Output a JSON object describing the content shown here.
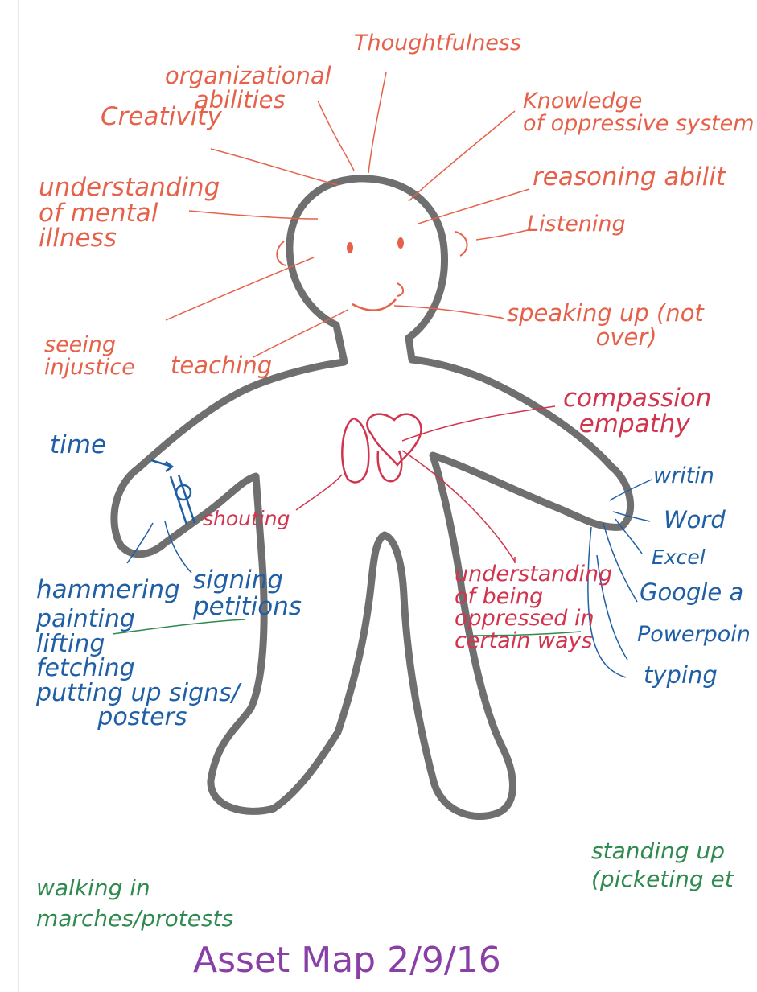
{
  "head_labels": {
    "thoughtfulness": "Thoughtfulness",
    "organizational": "organizational\n    abilities",
    "creativity": "Creativity",
    "knowledge": "Knowledge\nof oppressive system",
    "understanding_mental": "understanding\nof mental\nillness",
    "reasoning": "reasoning abilit",
    "listening": "Listening",
    "speaking_up": "speaking up (not\n            over)",
    "seeing_injustice": "seeing\ninjustice",
    "teaching": "teaching"
  },
  "heart_labels": {
    "compassion": "compassion\n  empathy",
    "shouting": "shouting",
    "understanding_oppressed": "understanding\nof being\noppressed in\ncertain ways"
  },
  "hand_labels": {
    "time": "time",
    "hammering": "hammering",
    "signing": "signing\npetitions",
    "list": "painting\nlifting\nfetching\nputting up signs/\n        posters",
    "writing": "writin",
    "word": "Word",
    "excel": "Excel",
    "google": "Google a",
    "powerpoint": "Powerpoin",
    "typing": "typing"
  },
  "feet_labels": {
    "walking": "walking in\nmarches/protests",
    "standing": "standing up\n(picketing et"
  },
  "footer": {
    "title": "Asset Map 2/9/16"
  },
  "colors": {
    "outline": "#6f6f6f",
    "head": "#e6614a",
    "hands": "#1f5fa5",
    "heart": "#d2344e",
    "feet": "#2f8a4f",
    "title": "#8a3fa6"
  }
}
